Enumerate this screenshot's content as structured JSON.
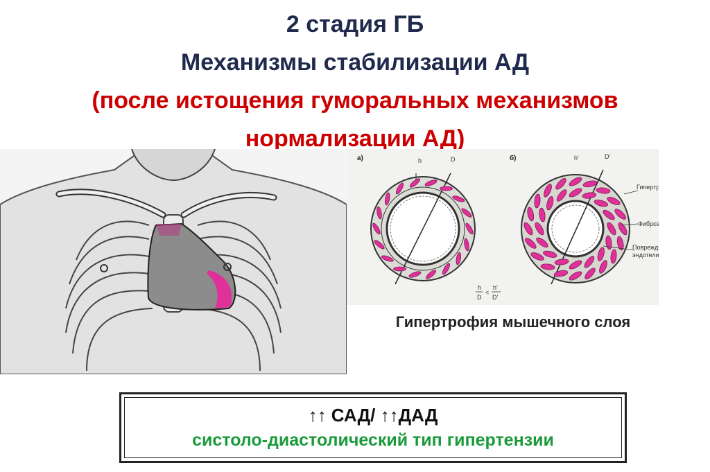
{
  "slide": {
    "title_line1": "2 стадия ГБ",
    "title_line2": "Механизмы стабилизации АД",
    "title_line3": "(после истощения гуморальных механизмов",
    "title_line4": "нормализации АД)"
  },
  "vessel_figure": {
    "panel_a_label": "а)",
    "panel_b_label": "б)",
    "a_h": "h",
    "a_d": "D",
    "b_h": "h'",
    "b_d": "D'",
    "label_hypertrophy": "Гипертрофия ГМК",
    "label_fibrosis": "Фиброз",
    "label_damage_1": "Повреждение",
    "label_damage_2": "эндотелия",
    "formula_h": "h",
    "formula_d": "D",
    "formula_lt": "<",
    "formula_h2": "h'",
    "formula_d2": "D'"
  },
  "caption": "Гипертрофия мышечного слоя",
  "summary_box": {
    "line1": "↑↑ САД/ ↑↑ДАД",
    "line2": "систоло-диастолический тип гипертензии"
  },
  "colors": {
    "title": "#1f2a4d",
    "title_red": "#cc0000",
    "green_text": "#1a9a3a",
    "magenta": "#e0309a"
  }
}
